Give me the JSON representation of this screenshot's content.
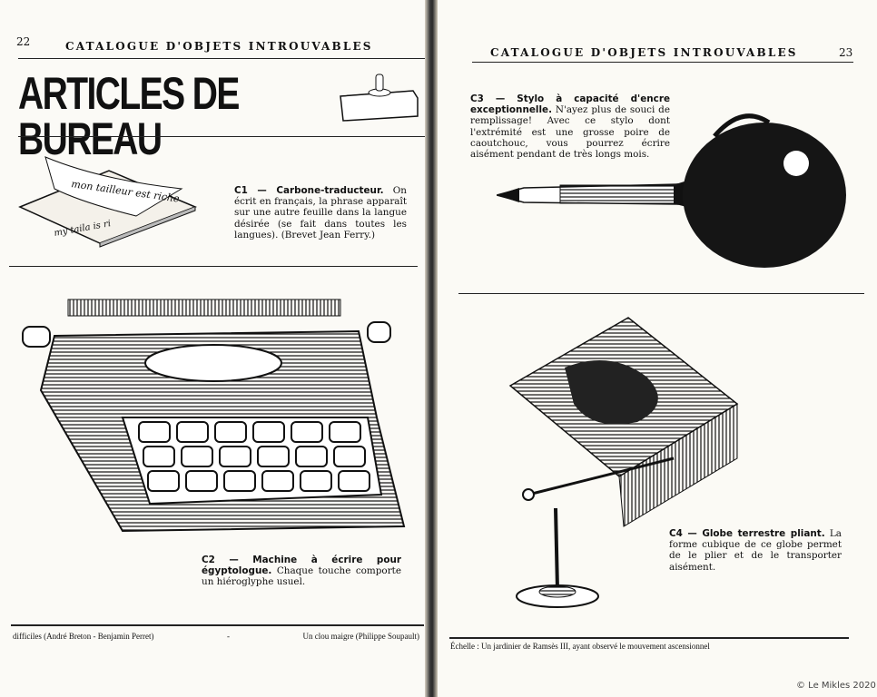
{
  "left_page": {
    "page_number": "22",
    "running_head": "CATALOGUE D'OBJETS INTROUVABLES",
    "section_title": "ARTICLES DE BUREAU",
    "c1": {
      "title": "C1 — Carbone-traducteur.",
      "body": "On écrit en français, la phrase apparaît sur une autre feuille dans la langue désirée (se fait dans toutes les langues). (Brevet Jean Ferry.)"
    },
    "c1_illustration_text": [
      "mon tailleur est riche",
      "my taila is ri"
    ],
    "c2": {
      "title": "C2 — Machine à écrire pour égyptologue.",
      "body": "Chaque touche comporte un hiéroglyphe usuel."
    },
    "footer_left": "difficiles (André Breton - Benjamin Perret)",
    "footer_sep": "-",
    "footer_right": "Un clou maigre (Philippe Soupault)"
  },
  "right_page": {
    "page_number": "23",
    "running_head": "CATALOGUE D'OBJETS INTROUVABLES",
    "c3": {
      "title": "C3 — Stylo à capacité d'encre exceptionnelle.",
      "body": "N'ayez plus de souci de remplissage! Avec ce stylo dont l'extrémité est une grosse poire de caoutchouc, vous pourrez écrire aisément pendant de très longs mois."
    },
    "c4": {
      "title": "C4 — Globe terrestre pliant.",
      "body": "La forme cubique de ce globe permet de le plier et de le transporter aisément."
    },
    "footer": "Échelle : Un jardinier de Ramsès III, ayant observé le mouvement ascensionnel"
  },
  "copyright": "© Le Mikles 2020"
}
